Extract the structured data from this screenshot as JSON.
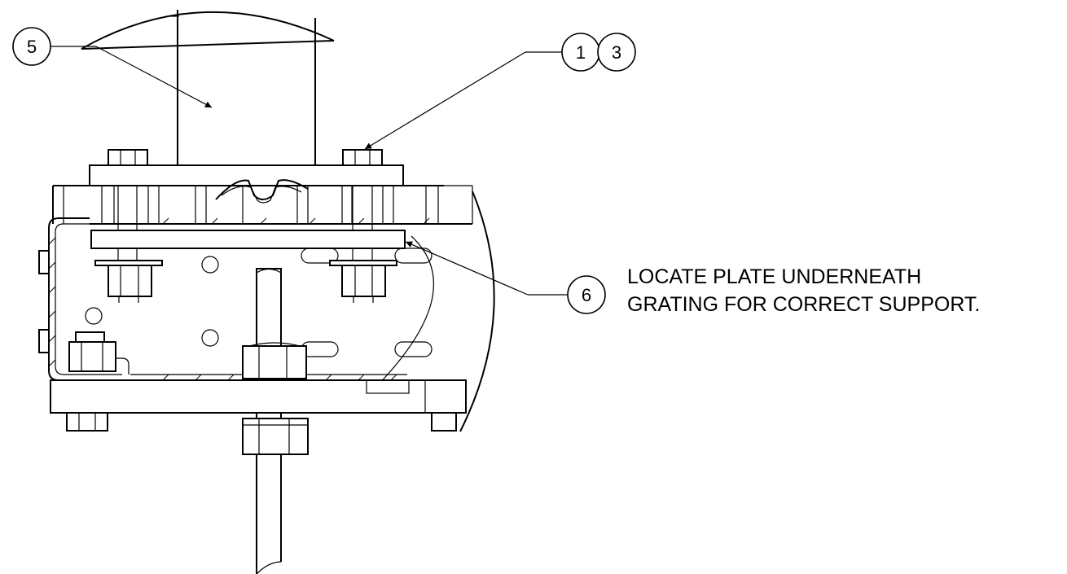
{
  "balloons": {
    "b5": "5",
    "b1": "1",
    "b3": "3",
    "b6": "6"
  },
  "note": {
    "line1": "LOCATE PLATE UNDERNEATH",
    "line2": "GRATING FOR CORRECT SUPPORT."
  },
  "colors": {
    "line": "#000000",
    "background": "#ffffff"
  }
}
